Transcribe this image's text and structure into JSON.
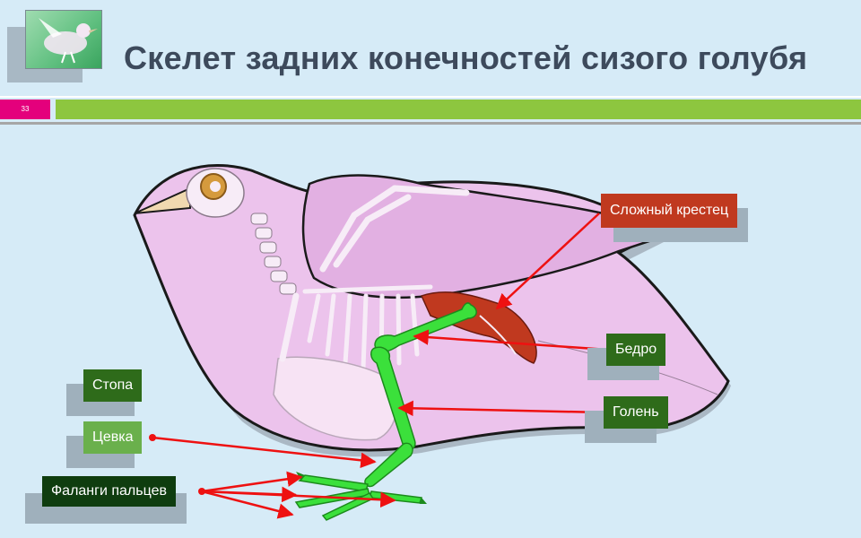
{
  "slide": {
    "title": "Скелет задних конечностей сизого голубя",
    "number": "33"
  },
  "labels": {
    "krestec": "Сложный крестец",
    "bedro": "Бедро",
    "golen": "Голень",
    "stopa": "Стопа",
    "cevka": "Цевка",
    "falangi": "Фаланги пальцев"
  },
  "colors": {
    "accent_bar": "#8dc63f",
    "badge": "#e4007c",
    "bird_body": "#e6b8e6",
    "bone_highlight": "#3be03b",
    "sacrum": "#c0391f",
    "arrow": "#ee1111",
    "label_red": "#c0391f",
    "label_green_dark": "#2e6b1a",
    "label_green_light": "#6ab04c",
    "label_green_darkest": "#0f3d0f"
  }
}
